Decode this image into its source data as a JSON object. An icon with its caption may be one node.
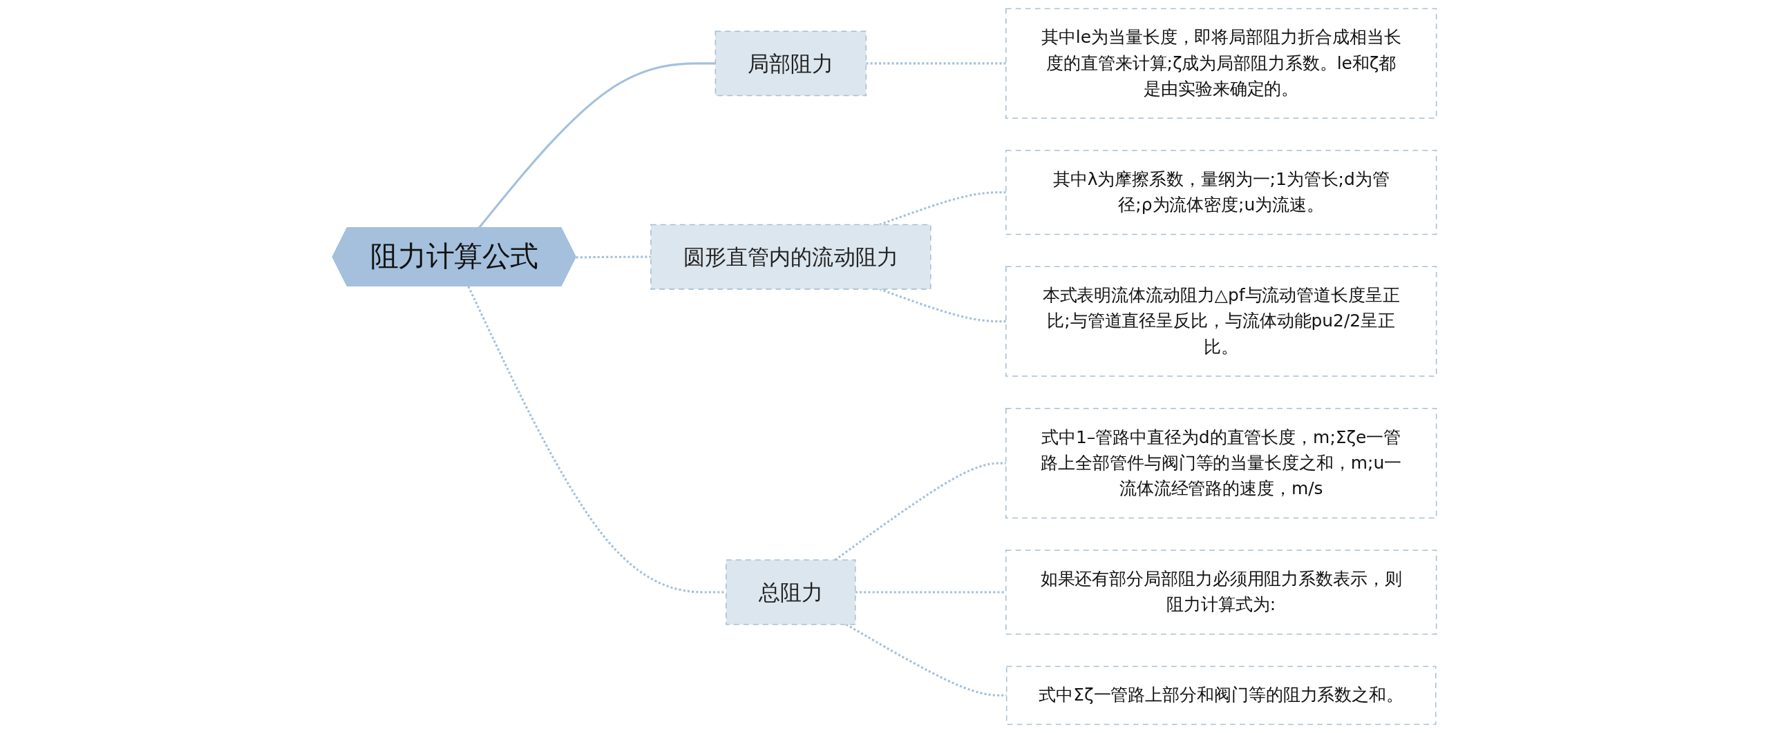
{
  "diagram": {
    "nodes": [
      {
        "text": [
          "阻力计算公式"
        ]
      },
      {
        "text": [
          "局部阻力"
        ]
      },
      {
        "text": [
          "其中le为当量长度，即将局部阻力折合成相当长度的直管来计算;ζ成为局部阻力系数。le和ζ都是由实验来确定的。"
        ]
      },
      {
        "text": [
          "圆形直管内的流动阻力"
        ]
      },
      {
        "text": [
          "其中λ为摩擦系数，量纲为一;1为管长;d为管径;ρ为流体密度;u为流速。"
        ]
      },
      {
        "text": [
          "本式表明流体流动阻力△pf与流动管道长度呈正比;与管道直径呈反比，与流体动能pu2/2呈正比。"
        ]
      },
      {
        "text": [
          "总阻力"
        ]
      },
      {
        "text": [
          "式中1–管路中直径为d的直管长度，m;Σζe一管路上全部管件与阀门等的当量长度之和，m;u一流体流经管路的速度，m/s"
        ]
      },
      {
        "text": [
          "如果还有部分局部阻力必须用阻力系数表示，则阻力计算式为:"
        ]
      },
      {
        "text": [
          "式中Σζ一管路上部分和阀门等的阻力系数之和。"
        ]
      }
    ],
    "edges": [
      {
        "from": 0,
        "to": 1,
        "arrow": "none"
      },
      {
        "from": 1,
        "to": 2,
        "arrow": "none",
        "style": "dashed"
      },
      {
        "from": 0,
        "to": 3,
        "arrow": "none",
        "style": "dashed"
      },
      {
        "from": 3,
        "to": 4,
        "arrow": "none",
        "style": "dashed"
      },
      {
        "from": 3,
        "to": 5,
        "arrow": "none",
        "style": "dashed"
      },
      {
        "from": 0,
        "to": 6,
        "arrow": "none",
        "style": "dashed"
      },
      {
        "from": 6,
        "to": 7,
        "arrow": "none",
        "style": "dashed"
      },
      {
        "from": 6,
        "to": 8,
        "arrow": "none",
        "style": "dashed"
      },
      {
        "from": 6,
        "to": 9,
        "arrow": "none",
        "style": "dashed"
      }
    ]
  }
}
